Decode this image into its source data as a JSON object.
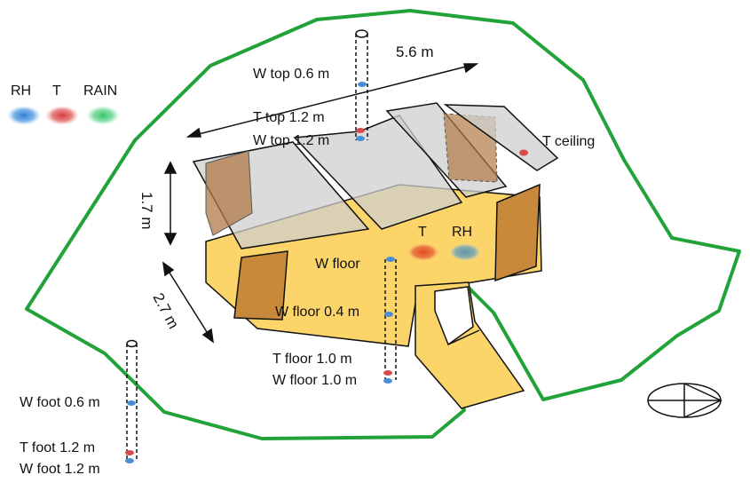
{
  "legend": {
    "rh": "RH",
    "t": "T",
    "rain": "RAIN"
  },
  "dimensions": {
    "length": "5.6 m",
    "height": "1.7 m",
    "depth": "2.7 m"
  },
  "sensors": {
    "w_top_06": "W top 0.6 m",
    "t_top_12": "T top 1.2 m",
    "w_top_12": "W top 1.2 m",
    "t_ceiling": "T ceiling",
    "t_indoor": "T",
    "rh_indoor": "RH",
    "w_floor": "W floor",
    "w_floor_04": "W floor 0.4 m",
    "t_floor_10": "T floor 1.0 m",
    "w_floor_10": "W floor 1.0 m",
    "w_foot_06": "W foot 0.6 m",
    "t_foot_12": "T foot 1.2 m",
    "w_foot_12": "W foot 1.2 m"
  },
  "colors": {
    "rh": "#4a8fd6",
    "t": "#d94a4a",
    "rain": "#4ccf80",
    "boundary": "#22a33a",
    "floor_fill": "#fcd56a",
    "roof_fill": "#cfcfcf",
    "window_fill": "#c8893a"
  },
  "icons": {
    "compass": "compass-icon"
  }
}
